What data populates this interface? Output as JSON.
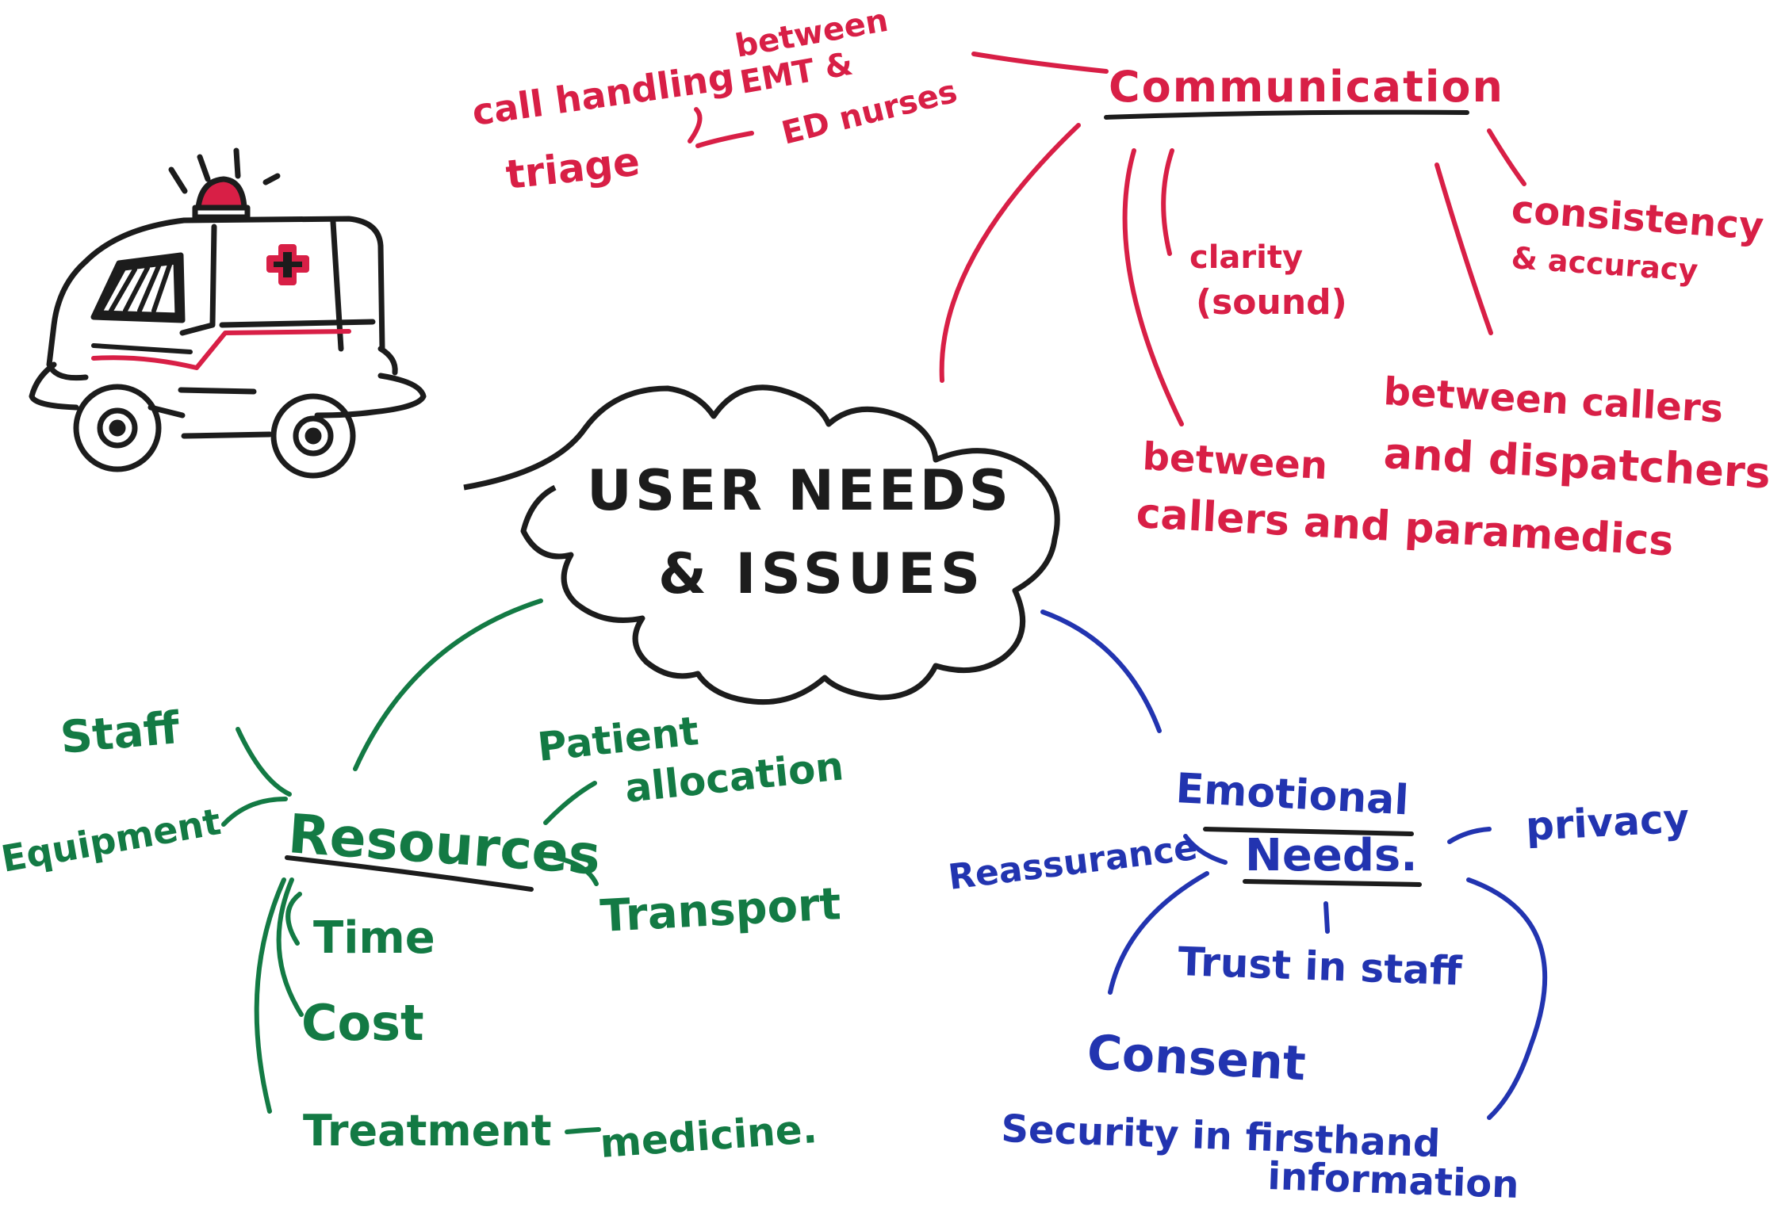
{
  "colors": {
    "red": "#d81f46",
    "green": "#137a44",
    "blue": "#2234b0",
    "ink": "#1c1c1c",
    "paper": "#ffffff"
  },
  "central": {
    "line1": "USER NEEDS",
    "line2": "& ISSUES"
  },
  "communication": {
    "title": "Communication",
    "call_handling": "call handling",
    "triage": "triage",
    "between": "between",
    "emt": "EMT &",
    "ed_nurses": "ED nurses",
    "clarity": "clarity",
    "sound": "(sound)",
    "consistency": "consistency",
    "accuracy": "& accuracy",
    "callers_dispatchers_1": "between callers",
    "callers_dispatchers_2": "and dispatchers",
    "callers_paramedics_1": "between",
    "callers_paramedics_2": "callers and paramedics"
  },
  "resources": {
    "title": "Resources",
    "staff": "Staff",
    "equipment": "Equipment",
    "patient": "Patient",
    "allocation": "allocation",
    "transport": "Transport",
    "time": "Time",
    "cost": "Cost",
    "treatment": "Treatment",
    "medicine": "medicine."
  },
  "emotional": {
    "title1": "Emotional",
    "title2": "Needs.",
    "reassurance": "Reassurance",
    "privacy": "privacy",
    "trust": "Trust in staff",
    "consent": "Consent",
    "security1": "Security in firsthand",
    "security2": "information"
  },
  "icons": {
    "ambulance": "ambulance-icon",
    "cloud": "cloud-shape"
  }
}
